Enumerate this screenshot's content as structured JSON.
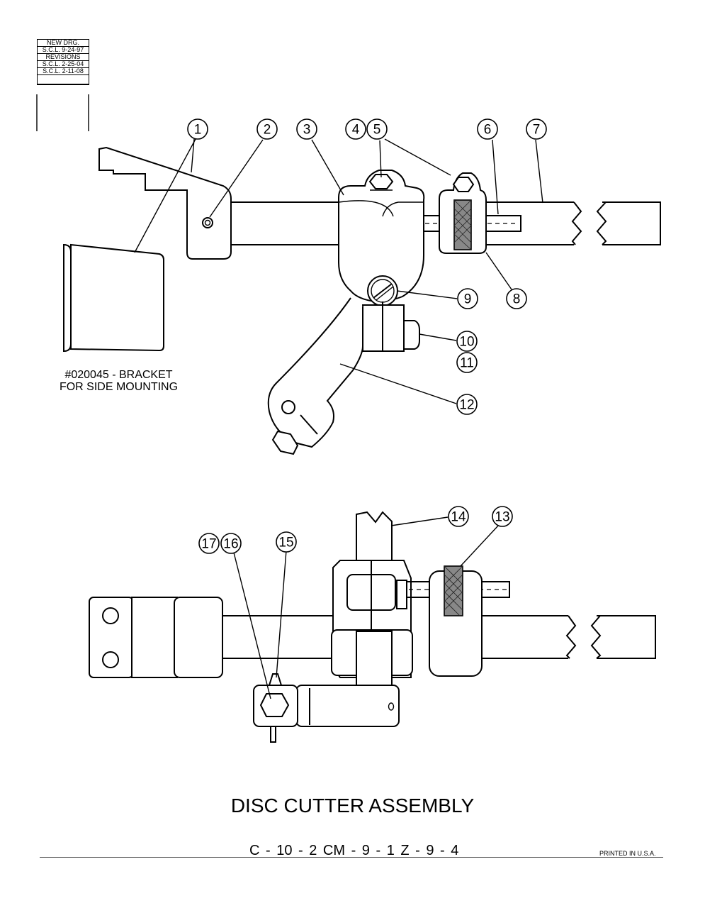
{
  "revision_block": {
    "new_drg_label": "NEW DRG.",
    "new_drg_entry": "S.C.L. 9-24-97",
    "revisions_label": "REVISIONS",
    "revision_1": "S.C.L. 2-25-04",
    "revision_2": "S.C.L. 2-11-08"
  },
  "callouts": {
    "c1": "1",
    "c2": "2",
    "c3": "3",
    "c4": "4",
    "c5": "5",
    "c6": "6",
    "c7": "7",
    "c8": "8",
    "c9": "9",
    "c10": "10",
    "c11": "11",
    "c12": "12",
    "c13": "13",
    "c14": "14",
    "c15": "15",
    "c16": "16",
    "c17": "17"
  },
  "bracket_note": {
    "line1": "#020045 - BRACKET",
    "line2": "FOR SIDE MOUNTING"
  },
  "title": "DISC CUTTER ASSEMBLY",
  "codes": "C - 10 - 2    CM - 9 - 1    Z - 9 - 4",
  "printed": "PRINTED IN U.S.A."
}
